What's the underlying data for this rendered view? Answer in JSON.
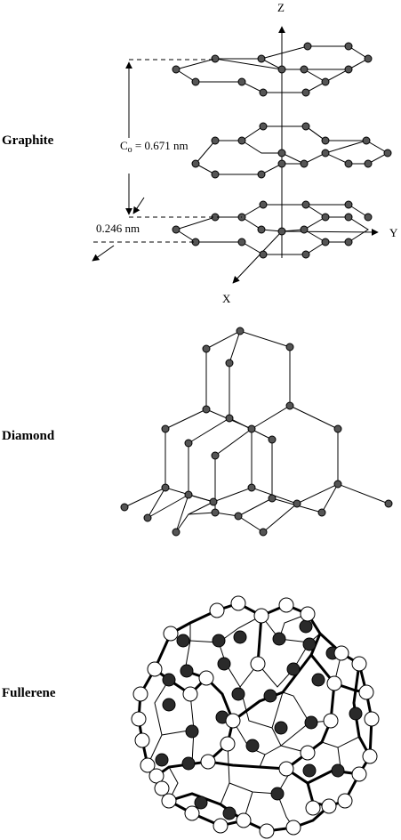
{
  "sections": {
    "graphite": "Graphite",
    "diamond": "Diamond",
    "fullerene": "Fullerene"
  },
  "axes": {
    "z": "Z",
    "y": "Y",
    "x": "X"
  },
  "annotations": {
    "c0_symbol": "C",
    "c0_subscript": "o",
    "c0_value": " = 0.671 nm",
    "a_value": "0.246 nm"
  }
}
